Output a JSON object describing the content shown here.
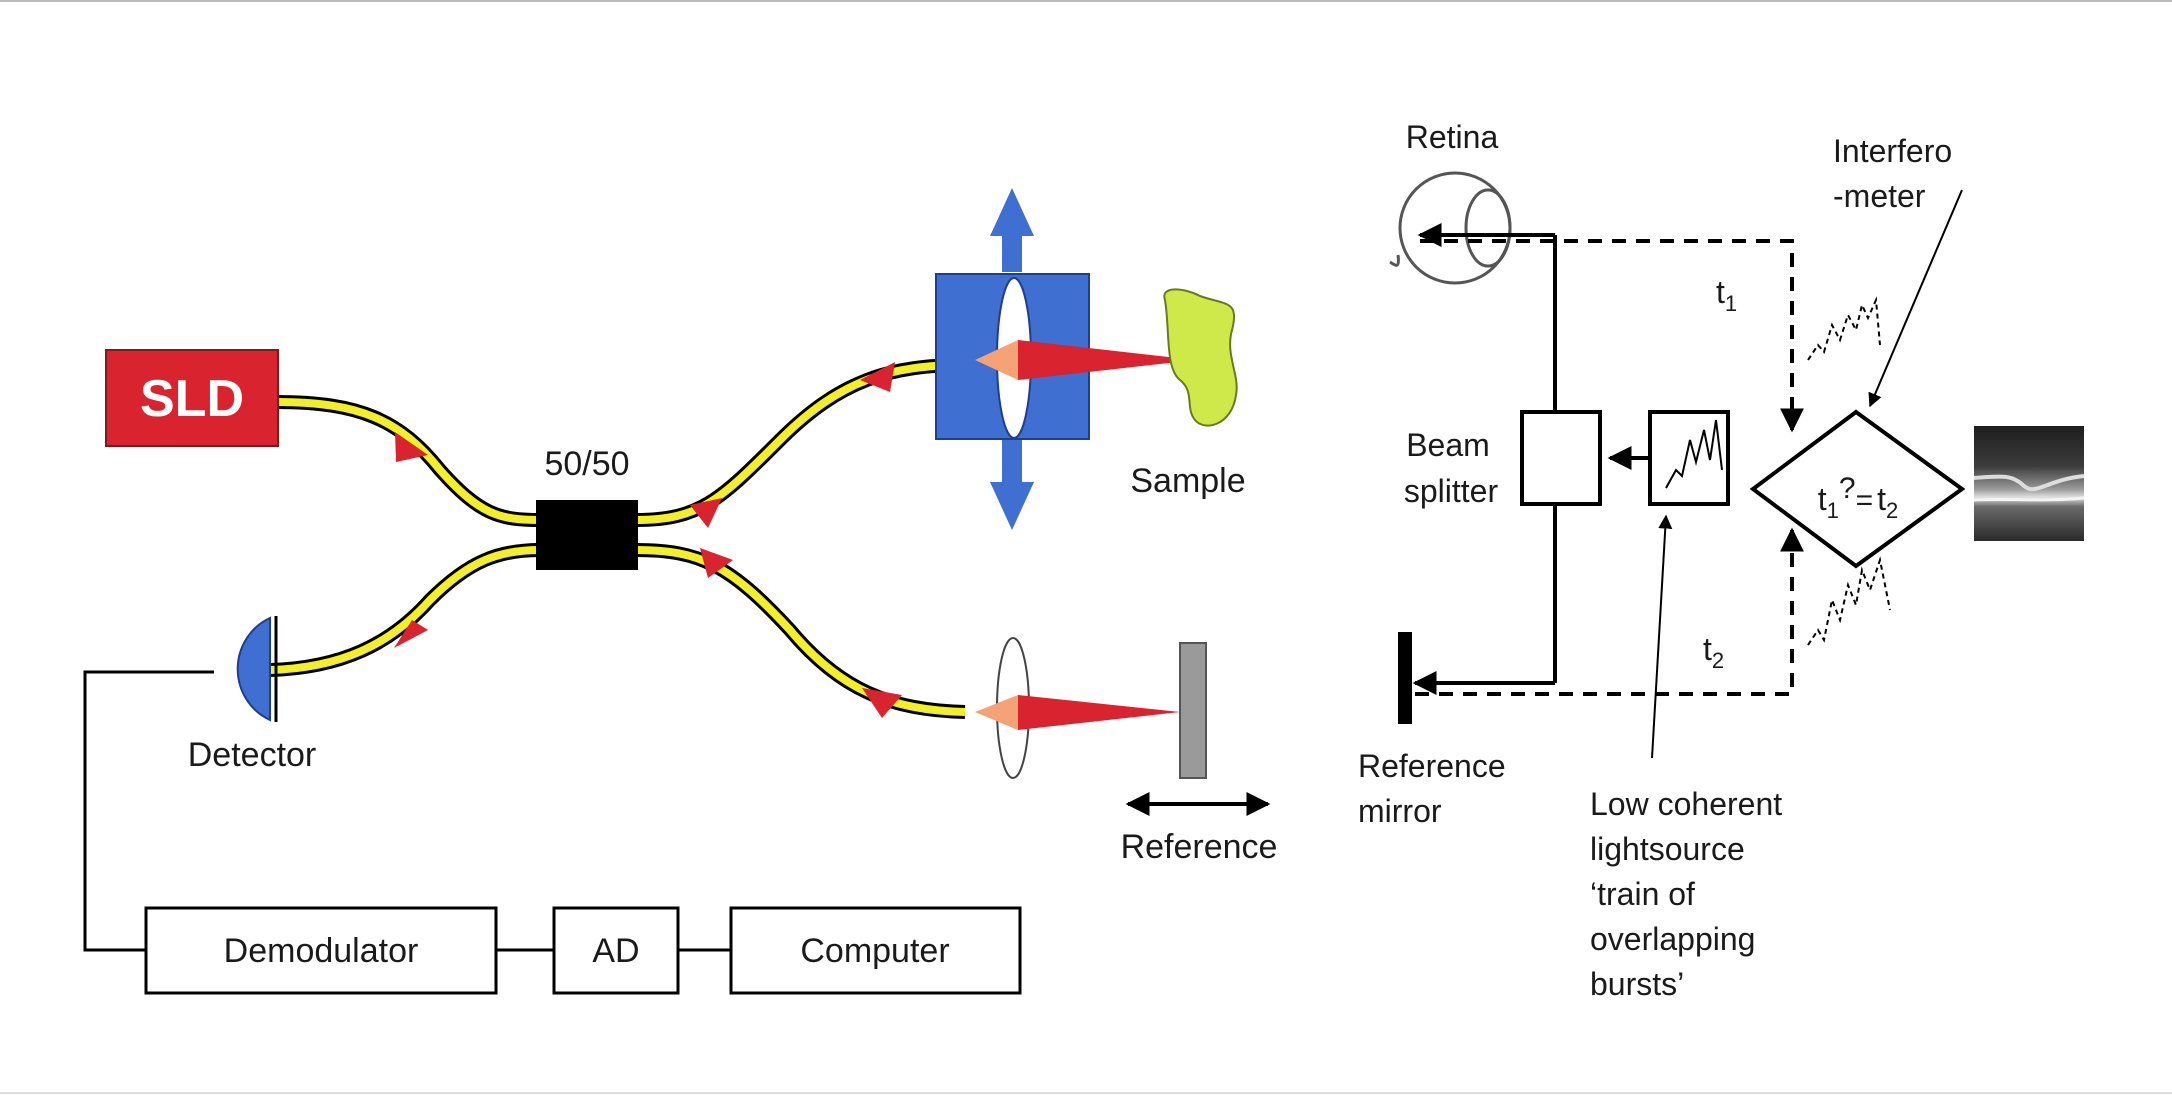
{
  "left_diagram": {
    "source_label": "SLD",
    "coupler_label": "50/50",
    "sample_label": "Sample",
    "detector_label": "Detector",
    "reference_label": "Reference",
    "demodulator_label": "Demodulator",
    "ad_label": "AD",
    "computer_label": "Computer",
    "colors": {
      "source_red": "#d9232e",
      "fiber_yellow": "#f2ef2a",
      "arrow_red": "#d9232e",
      "lens_blue": "#3f6fd1",
      "sample_green": "#cfe84a",
      "mirror_gray": "#9a9a9a",
      "detector_blue": "#3f6fd1",
      "beam_red": "#d9232e",
      "beam_orange": "#f4a276"
    }
  },
  "right_diagram": {
    "retina_label": "Retina",
    "interferometer_label_line1": "Interfero",
    "interferometer_label_line2": "-meter",
    "t1_label": "t",
    "t1_sub": "1",
    "t2_label": "t",
    "t2_sub": "2",
    "beam_splitter_line1": "Beam",
    "beam_splitter_line2": "splitter",
    "compare_left": "t",
    "compare_left_sub": "1",
    "compare_op": "?",
    "compare_right": "t",
    "compare_right_sub": "2",
    "reference_mirror_line1": "Reference",
    "reference_mirror_line2": "mirror",
    "lightsource_lines": [
      "Low coherent",
      "lightsource",
      "‘train of",
      "overlapping",
      "bursts’"
    ]
  }
}
